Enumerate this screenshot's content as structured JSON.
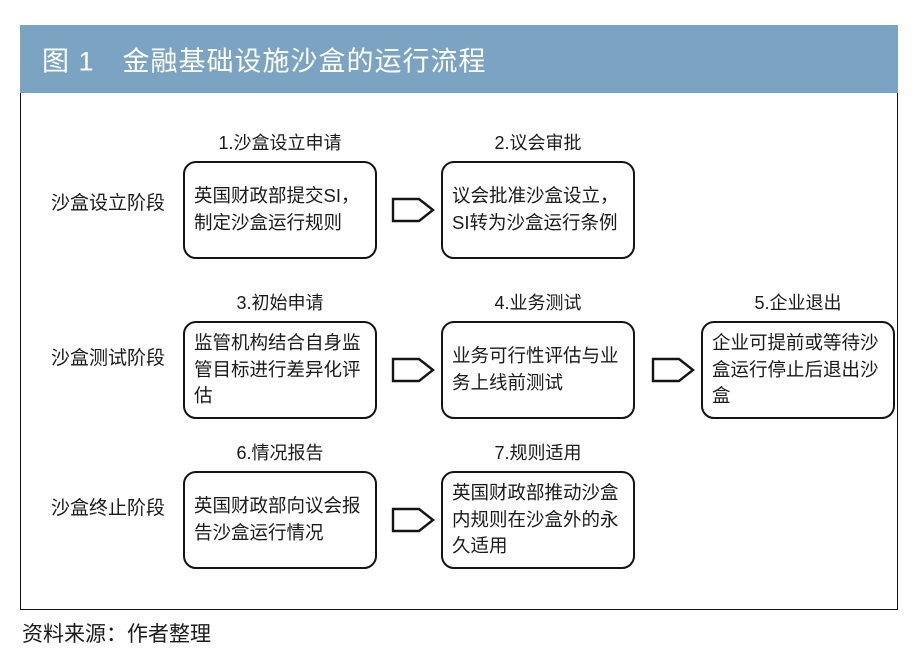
{
  "figure": {
    "header_title": "图 1　金融基础设施沙盒的运行流程",
    "header_color": "#7ba3c2",
    "source_note": "资料来源：作者整理",
    "arrow_icon": "block-arrow-right-icon"
  },
  "rows": [
    {
      "stage_label": "沙盒设立阶段",
      "steps": [
        {
          "caption": "1.沙盒设立申请",
          "text": "英国财政部提交SI，制定沙盒运行规则"
        },
        {
          "caption": "2.议会审批",
          "text": "议会批准沙盒设立，SI转为沙盒运行条例"
        }
      ],
      "arrows": 1
    },
    {
      "stage_label": "沙盒测试阶段",
      "steps": [
        {
          "caption": "3.初始申请",
          "text": "监管机构结合自身监管目标进行差异化评估"
        },
        {
          "caption": "4.业务测试",
          "text": "业务可行性评估与业务上线前测试"
        },
        {
          "caption": "5.企业退出",
          "text": "企业可提前或等待沙盒运行停止后退出沙盒"
        }
      ],
      "arrows": 2
    },
    {
      "stage_label": "沙盒终止阶段",
      "steps": [
        {
          "caption": "6.情况报告",
          "text": "英国财政部向议会报告沙盒运行情况"
        },
        {
          "caption": "7.规则适用",
          "text": "英国财政部推动沙盒内规则在沙盒外的永久适用"
        }
      ],
      "arrows": 1
    }
  ]
}
